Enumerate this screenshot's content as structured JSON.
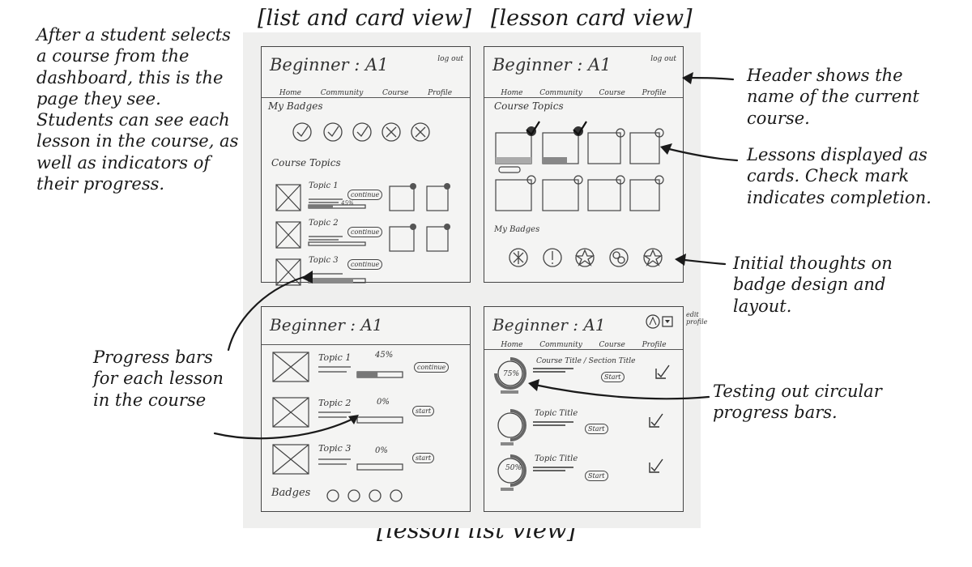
{
  "view_labels": {
    "list_card": "[list and card view]",
    "lesson_card": "[lesson card view]",
    "lesson_list": "[lesson list view]"
  },
  "annotations": {
    "intro": "After a student selects a course from the dashboard, this is the page they see. Students can see each lesson in the course, as well as indicators of their progress.",
    "header": "Header shows the name of the current course.",
    "cards": "Lessons displayed as cards. Check mark indicates completion.",
    "badges": "Initial thoughts on badge design and layout.",
    "progress": "Progress bars for each lesson in the course",
    "circular": "Testing out circular progress bars."
  },
  "panel_tl": {
    "title": "Beginner : A1",
    "login": "log out",
    "nav": [
      "Home",
      "Community",
      "Course",
      "Profile"
    ],
    "badges_label": "My Badges",
    "topics_label": "Course Topics",
    "topics": [
      {
        "name": "Topic 1",
        "button": "continue",
        "percent": "45%"
      },
      {
        "name": "Topic 2",
        "button": "continue"
      },
      {
        "name": "Topic 3",
        "button": "continue"
      }
    ]
  },
  "panel_tr": {
    "title": "Beginner : A1",
    "login": "log out",
    "nav": [
      "Home",
      "Community",
      "Course",
      "Profile"
    ],
    "topics_label": "Course Topics",
    "badges_label": "My Badges"
  },
  "panel_bl": {
    "title": "Beginner : A1",
    "topics": [
      {
        "name": "Topic 1",
        "percent": "45%",
        "button": "continue",
        "progress": 0.45
      },
      {
        "name": "Topic 2",
        "percent": "0%",
        "button": "start",
        "progress": 0
      },
      {
        "name": "Topic 3",
        "percent": "0%",
        "button": "start",
        "progress": 0
      }
    ],
    "badges_label": "Badges"
  },
  "panel_br": {
    "title": "Beginner : A1",
    "side_note": "edit profile",
    "nav": [
      "Home",
      "Community",
      "Course",
      "Profile"
    ],
    "topics": [
      {
        "title": "Course Title / Section Title",
        "percent": "75%",
        "button": "Start",
        "progress": 0.75
      },
      {
        "title": "Topic Title",
        "percent": "",
        "button": "Start",
        "progress": 0.5
      },
      {
        "title": "Topic Title",
        "percent": "50%",
        "button": "Start",
        "progress": 0.5
      }
    ]
  }
}
